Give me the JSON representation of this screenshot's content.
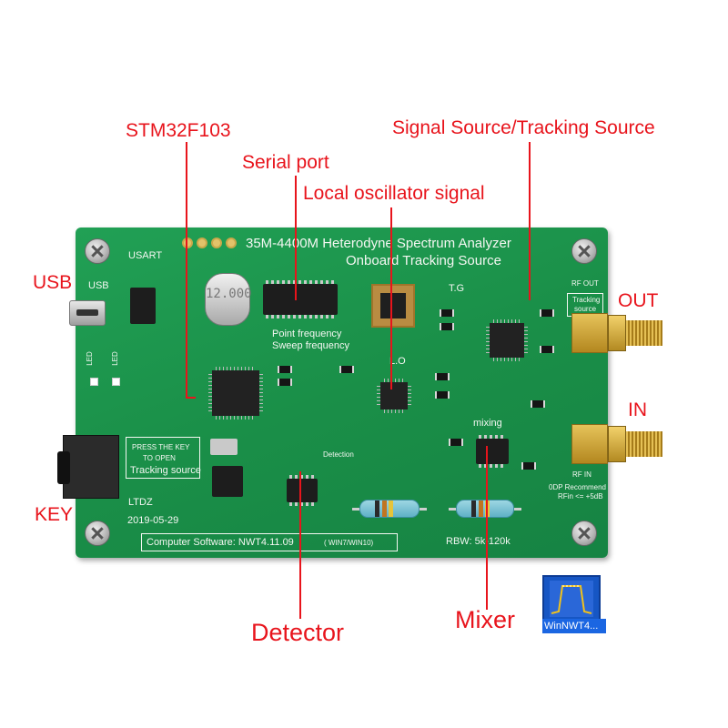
{
  "callouts": {
    "stm32": "STM32F103",
    "serial_port": "Serial port",
    "local_osc": "Local oscillator signal",
    "signal_source": "Signal Source/Tracking Source",
    "usb": "USB",
    "out": "OUT",
    "in": "IN",
    "key": "KEY",
    "detector": "Detector",
    "mixer": "Mixer"
  },
  "board": {
    "title_line1": "35M-4400M Heterodyne Spectrum Analyzer",
    "title_line2": "Onboard Tracking Source",
    "usart": "USART",
    "usb": "USB",
    "point_freq": "Point frequency",
    "sweep_freq": "Sweep frequency",
    "tg": "T.G",
    "lo": "L.O",
    "rf_out": "RF OUT",
    "tracking_source_1": "Tracking",
    "tracking_source_2": "source",
    "mixing": "mixing",
    "detection": "Detection",
    "key_note_1": "PRESS THE KEY",
    "key_note_2": "TO OPEN",
    "key_note_3": "Tracking source",
    "led1": "LED",
    "led2": "LED",
    "ltdz": "LTDZ",
    "date": "2019-05-29",
    "software": "Computer Software: NWT4.11.09",
    "software_os": "( WIN7/WIN10)",
    "rbw": "RBW: 5k-120k",
    "rf_in": "RF IN",
    "rf_note_1": "0DP Recommend",
    "rf_note_2": "RFin <= +5dB",
    "crystal_label": "12.000"
  },
  "app_icon": {
    "caption": "WinNWT4...",
    "name": "winnwt-app-icon"
  },
  "colors": {
    "callout_text": "#e8141c",
    "pcb_green": "#1a8f48",
    "silkscreen": "#f4f7f2",
    "leader_line": "#e8141c"
  }
}
